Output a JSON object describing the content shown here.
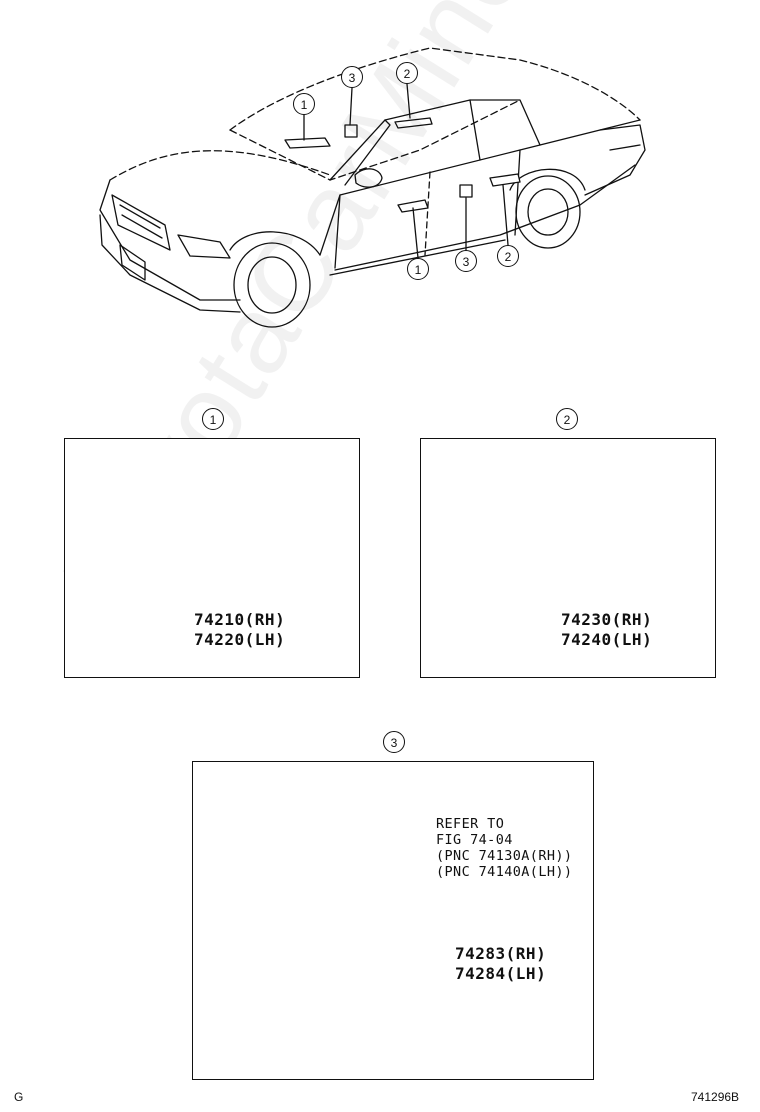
{
  "watermark": "ToyotaCarMine.ru",
  "callouts": {
    "one": "1",
    "two": "2",
    "three": "3"
  },
  "parts": {
    "part1": {
      "line1": "74210(RH)",
      "line2": "74220(LH)"
    },
    "part2": {
      "line1": "74230(RH)",
      "line2": "74240(LH)"
    },
    "part3": {
      "line1": "74283(RH)",
      "line2": "74284(LH)"
    }
  },
  "reference_note": {
    "line1": "REFER TO",
    "line2": "FIG 74-04",
    "line3": "(PNC 74130A(RH))",
    "line4": "(PNC 74140A(LH))"
  },
  "footer": {
    "corner_left": "G",
    "illustration_code": "741296B"
  }
}
